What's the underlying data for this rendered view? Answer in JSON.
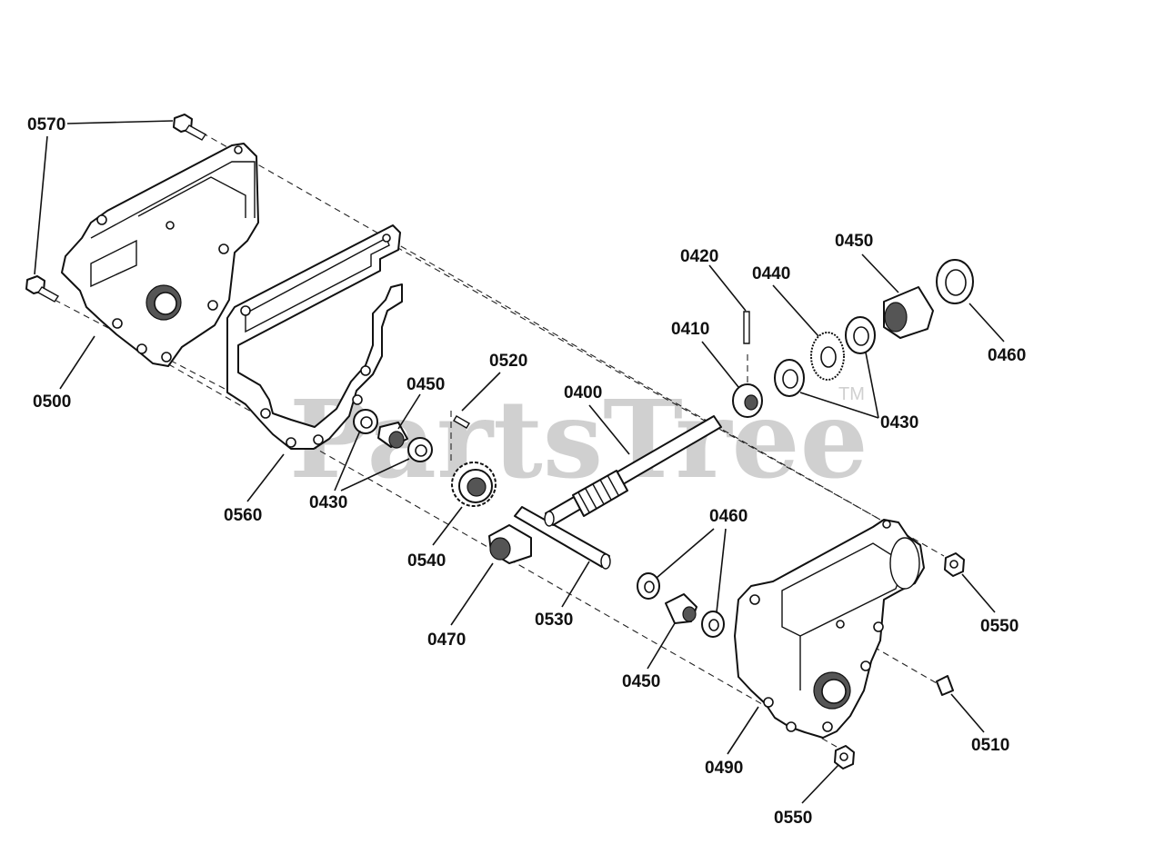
{
  "watermark": {
    "text": "PartsTree",
    "trademark": "TM"
  },
  "callouts": {
    "c0570": "0570",
    "c0500": "0500",
    "c0560": "0560",
    "c0430a": "0430",
    "c0450a": "0450",
    "c0520": "0520",
    "c0400": "0400",
    "c0540": "0540",
    "c0470": "0470",
    "c0530": "0530",
    "c0460a": "0460",
    "c0450b": "0450",
    "c0420": "0420",
    "c0440": "0440",
    "c0450c": "0450",
    "c0460b": "0460",
    "c0410": "0410",
    "c0430b": "0430",
    "c0550a": "0550",
    "c0510": "0510",
    "c0490": "0490",
    "c0550b": "0550"
  }
}
